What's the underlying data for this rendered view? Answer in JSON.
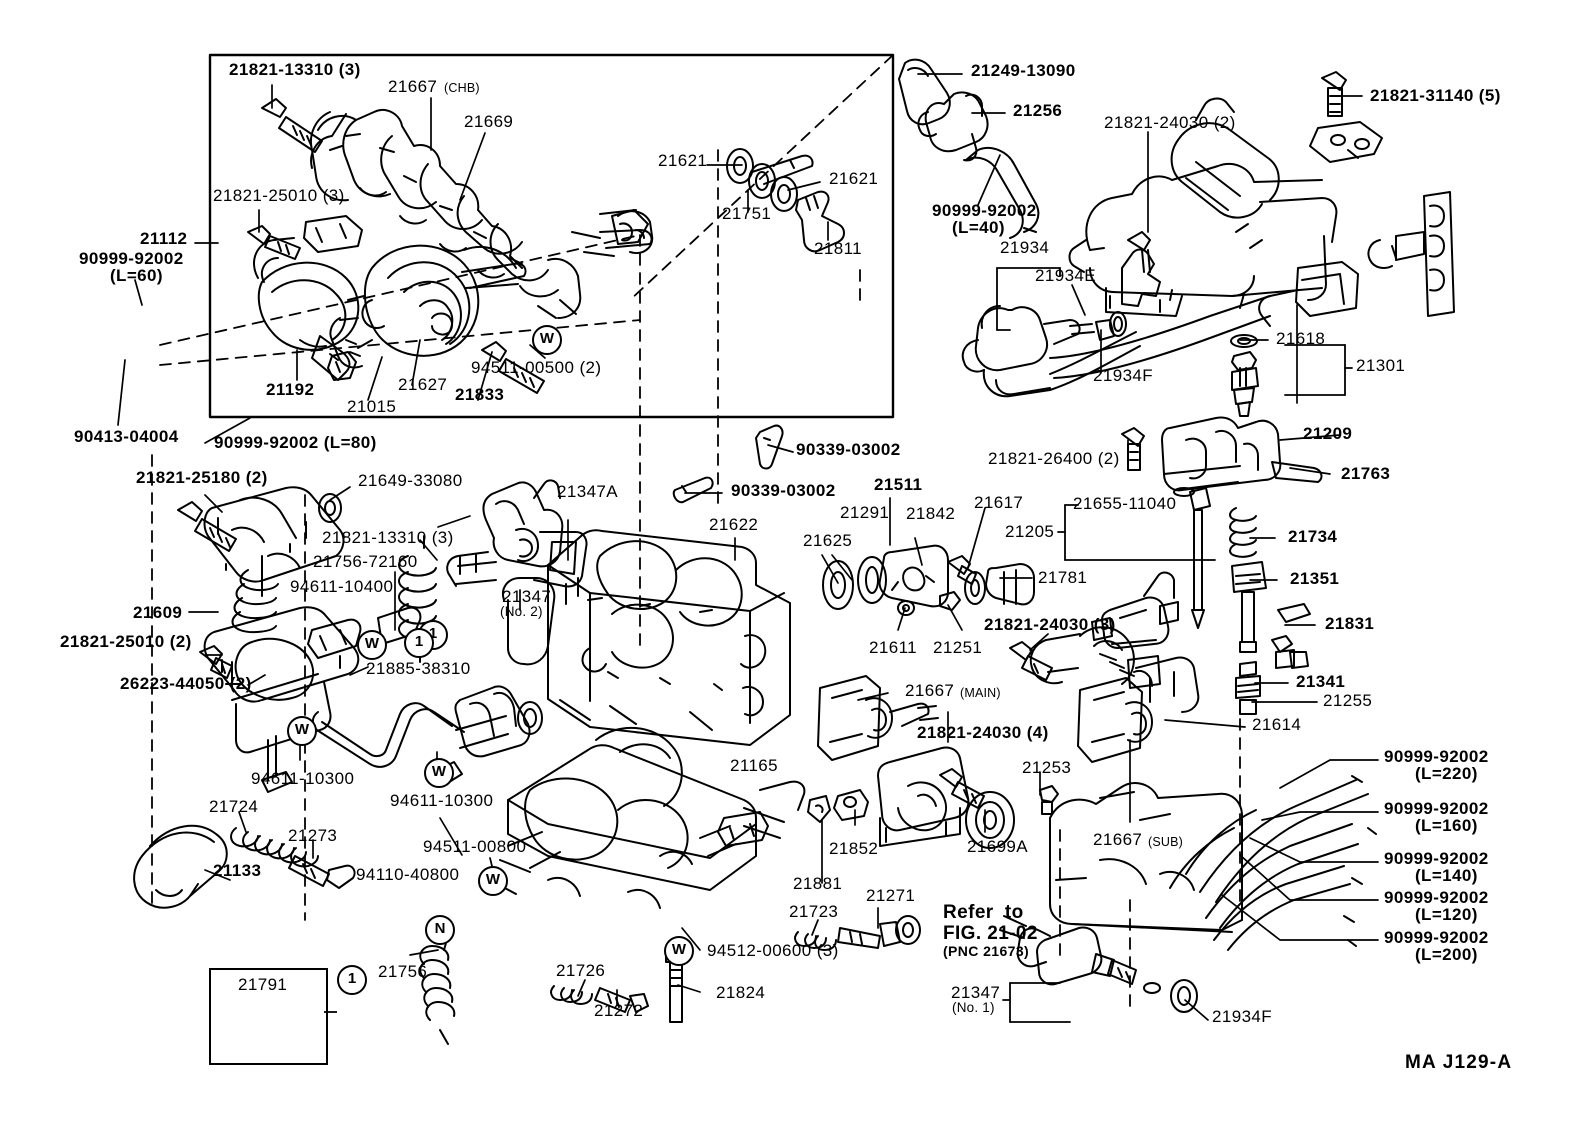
{
  "diagram": {
    "title": "Toyota Carburetor Parts Diagram",
    "drawing_code": "MA J129-A",
    "reference_note": {
      "line1": "Refer  to",
      "line2": "FIG. 21-02",
      "line3": "(PNC 21673)"
    },
    "inset_box": {
      "part": "21791",
      "callout": "1"
    },
    "callout_badges": [
      {
        "id": "w1",
        "glyph": "W"
      },
      {
        "id": "w2",
        "glyph": "W"
      },
      {
        "id": "w3",
        "glyph": "W"
      },
      {
        "id": "w4",
        "glyph": "W"
      },
      {
        "id": "w5",
        "glyph": "W"
      },
      {
        "id": "w6",
        "glyph": "W"
      },
      {
        "id": "n1",
        "glyph": "N"
      },
      {
        "id": "c1",
        "glyph": "1"
      },
      {
        "id": "c2",
        "glyph": "1"
      },
      {
        "id": "c3",
        "glyph": "1"
      }
    ],
    "labels": {
      "l_21821_13310_3a": "21821-13310 (3)",
      "l_21667_chb": "21667",
      "l_21667_chb_sub": "(CHB)",
      "l_21669": "21669",
      "l_21821_25010_3": "21821-25010 (3)",
      "l_21112": "21112",
      "l_90999_92002_60": "90999-92002",
      "l_90999_92002_60_len": "(L=60)",
      "l_90413_04004": "90413-04004",
      "l_90999_92002_80": "90999-92002 (L=80)",
      "l_21192": "21192",
      "l_21015": "21015",
      "l_21627": "21627",
      "l_21833": "21833",
      "l_94511_00500_2": "94511-00500 (2)",
      "l_21621_a": "21621",
      "l_21621_b": "21621",
      "l_21751": "21751",
      "l_21811": "21811",
      "l_21249_13090": "21249-13090",
      "l_21256": "21256",
      "l_90999_92002_40": "90999-92002",
      "l_90999_92002_40_len": "(L=40)",
      "l_21821_24030_2": "21821-24030 (2)",
      "l_21821_31140_5": "21821-31140 (5)",
      "l_21934": "21934",
      "l_21934E": "21934E",
      "l_21934F": "21934F",
      "l_21618": "21618",
      "l_21301": "21301",
      "l_21209": "21209",
      "l_21763": "21763",
      "l_21821_26400_2": "21821-26400 (2)",
      "l_90339_03002_a": "90339-03002",
      "l_90339_03002_b": "90339-03002",
      "l_21511": "21511",
      "l_21617": "21617",
      "l_21291": "21291",
      "l_21842": "21842",
      "l_21625": "21625",
      "l_21611": "21611",
      "l_21251": "21251",
      "l_21781": "21781",
      "l_21205": "21205",
      "l_21655_11040": "21655-11040",
      "l_21622": "21622",
      "l_21734": "21734",
      "l_21351": "21351",
      "l_21831": "21831",
      "l_21341": "21341",
      "l_21255": "21255",
      "l_21614": "21614",
      "l_21821_24030_3": "21821-24030 (3)",
      "l_21821_25180_2": "21821-25180 (2)",
      "l_21649_33080": "21649-33080",
      "l_21821_13310_3b": "21821-13310 (3)",
      "l_21756_72160": "21756-72160",
      "l_94611_10400": "94611-10400",
      "l_21347A": "21347A",
      "l_21347_no2": "21347",
      "l_21347_no2_sub": "(No. 2)",
      "l_21609": "21609",
      "l_21821_25010_2": "21821-25010 (2)",
      "l_26223_44050_2": "26223-44050 (2)",
      "l_21885_38310": "21885-38310",
      "l_94611_10300_a": "94611-10300",
      "l_94611_10300_b": "94611-10300",
      "l_21724": "21724",
      "l_21273": "21273",
      "l_21133": "21133",
      "l_94511_00800": "94511-00800",
      "l_94110_40800": "94110-40800",
      "l_21165": "21165",
      "l_21667_main": "21667",
      "l_21667_main_sub": "(MAIN)",
      "l_21821_24030_4": "21821-24030 (4)",
      "l_21253": "21253",
      "l_21667_sub": "21667",
      "l_21667_sub_sub": "(SUB)",
      "l_21699A": "21699A",
      "l_21852": "21852",
      "l_21881": "21881",
      "l_21723": "21723",
      "l_21271": "21271",
      "l_21756": "21756",
      "l_21726": "21726",
      "l_21272": "21272",
      "l_94512_00600_3": "94512-00600 (3)",
      "l_21824": "21824",
      "l_21347_no1": "21347",
      "l_21347_no1_sub": "(No. 1)",
      "l_21934F_b": "21934F",
      "l_90999_92002_220": "90999-92002",
      "l_90999_92002_220_len": "(L=220)",
      "l_90999_92002_160": "90999-92002",
      "l_90999_92002_160_len": "(L=160)",
      "l_90999_92002_140": "90999-92002",
      "l_90999_92002_140_len": "(L=140)",
      "l_90999_92002_120": "90999-92002",
      "l_90999_92002_120_len": "(L=120)",
      "l_90999_92002_200": "90999-92002",
      "l_90999_92002_200_len": "(L=200)"
    }
  }
}
